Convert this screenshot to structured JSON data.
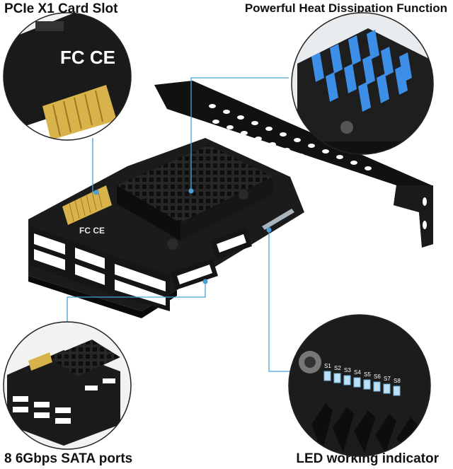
{
  "labels": {
    "pcie_slot": "PCIe X1 Card Slot",
    "heat_dissipation": "Powerful Heat Dissipation Function",
    "sata_ports": "8 6Gbps SATA ports",
    "led_indicator": "LED working indicator"
  },
  "colors": {
    "callout_line": "#4a9fd8",
    "pcb": "#1b1b1b",
    "heatsink": "#1f1f1f",
    "gold_contacts": "#d8b24a",
    "fan_blue": "#3c8ee6",
    "bracket": "#111111"
  },
  "board_marks": {
    "fc_ce": "FC CE"
  },
  "led_labels": [
    "S1",
    "S2",
    "S3",
    "S4",
    "S5",
    "S6",
    "S7",
    "S8"
  ]
}
